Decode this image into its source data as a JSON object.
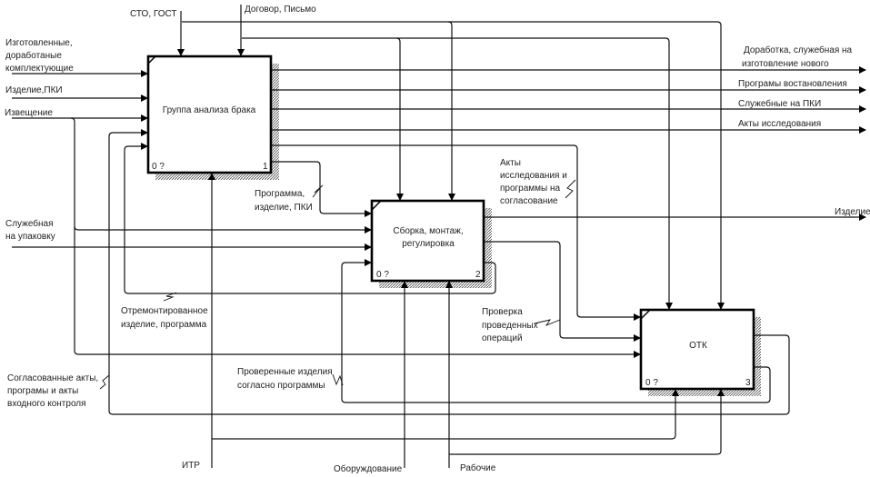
{
  "boxes": [
    {
      "title": "Группа анализа брака",
      "node": "0 ?",
      "number": "1"
    },
    {
      "title_line1": "Сборка, монтаж,",
      "title_line2": "регулировка",
      "node": "0 ?",
      "number": "2"
    },
    {
      "title": "ОТК",
      "node": "0 ?",
      "number": "3"
    }
  ],
  "controls": {
    "sto": "СТО, ГОСТ",
    "dogovor": "Договор, Письмо"
  },
  "inputs": {
    "izgotovlennye": [
      "Изготовленные,",
      "доработаные",
      "комплектующие"
    ],
    "izdelie_pki": "Изделие,ПКИ",
    "izveshchenie": "Извещение",
    "sluzhebnaya": [
      "Служебная",
      "на упаковку"
    ]
  },
  "outputs": {
    "dorabotka": [
      "Доработка, служебная на",
      "изготовление нового"
    ],
    "programmy": "Програмы востановления",
    "sluzhebnye_pki": "Служебные на ПКИ",
    "akty": "Акты исследования",
    "izdelie": "Изделие"
  },
  "internal": {
    "programma": [
      "Программа,",
      "изделие, ПКИ"
    ],
    "akty_soglasovanie": [
      "Акты",
      "исследования и",
      "программы на",
      "согласование"
    ],
    "otremontirovannoe": [
      "Отремонтированное",
      "изделие, программа"
    ],
    "proverka": [
      "Проверка",
      "проведенных",
      "операций"
    ],
    "proverennye": [
      "Проверенные изделия",
      "согласно программы"
    ],
    "soglasovannye": [
      "Согласованные акты,",
      "програмы  и акты",
      "входного контроля"
    ]
  },
  "mechanisms": {
    "itr": "ИТР",
    "oborudovanie": "Оборуждование",
    "rabochie": "Рабочие"
  }
}
